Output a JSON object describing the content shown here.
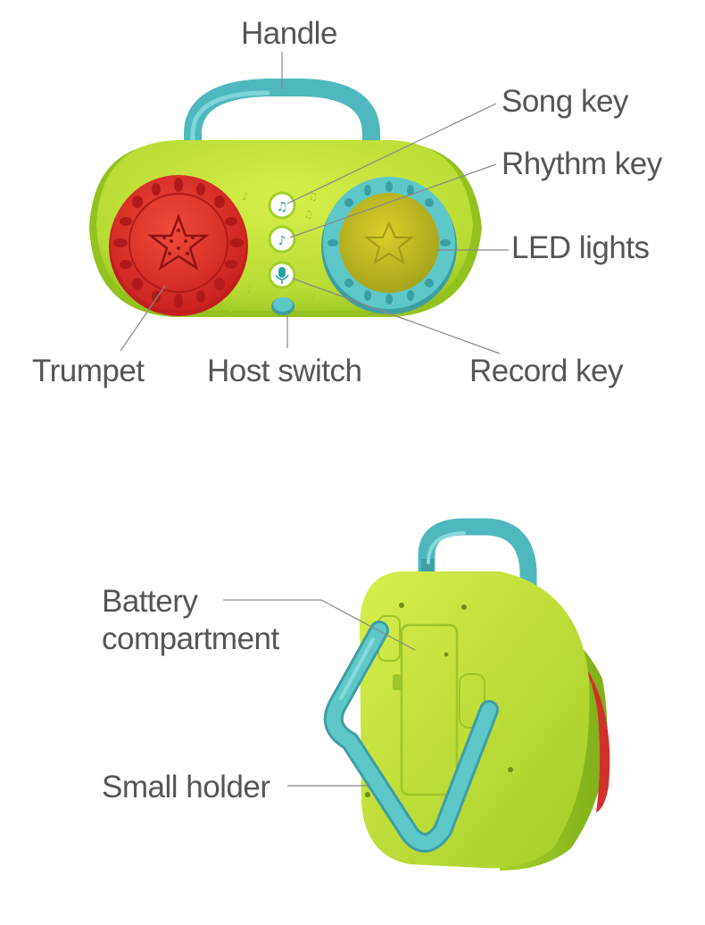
{
  "labels": {
    "handle": "Handle",
    "song_key": "Song key",
    "rhythm_key": "Rhythm key",
    "led_lights": "LED lights",
    "trumpet": "Trumpet",
    "host_switch": "Host switch",
    "record_key": "Record key",
    "battery_line1": "Battery",
    "battery_line2": "compartment",
    "small_holder": "Small holder"
  },
  "colors": {
    "body_green": "#bfe035",
    "body_green_dark": "#93c11e",
    "trumpet_red": "#e8342c",
    "trumpet_red_dark": "#c11f1d",
    "ring_teal": "#5ec8c9",
    "led_yellow": "#c9c21e",
    "handle_teal": "#4fb8be",
    "label_gray": "#555555",
    "leader_gray": "#888888"
  },
  "icons": [
    "song-note-icon",
    "rhythm-drum-icon",
    "microphone-icon",
    "star-icon",
    "music-note-icon"
  ]
}
